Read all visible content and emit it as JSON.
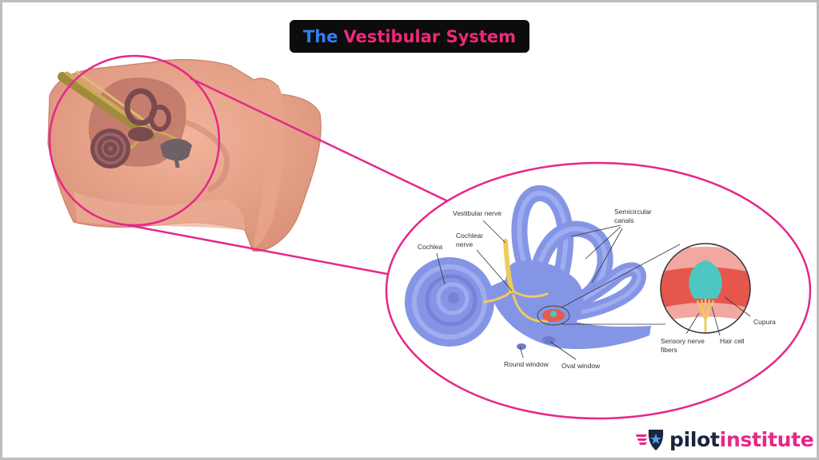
{
  "title": {
    "part1": "The",
    "part2": "Vestibular System"
  },
  "labels": {
    "vestibular_nerve": "Vestibular nerve",
    "cochlear_nerve_1": "Cochlear",
    "cochlear_nerve_2": "nerve",
    "cochlea": "Cochlea",
    "semicircular_1": "Semicircular",
    "semicircular_2": "canals",
    "round_window": "Round window",
    "oval_window": "Oval window",
    "cupura": "Cupura",
    "sensory_1": "Sensory nerve",
    "sensory_2": "fibers",
    "hair_cell": "Hair cell"
  },
  "logo": {
    "part1": "pilot",
    "part2": "institute"
  },
  "colors": {
    "accent": "#e6278a",
    "title_blue": "#2f7ff5",
    "title_pink": "#f0287a",
    "labyrinth": "#8595e6"
  }
}
